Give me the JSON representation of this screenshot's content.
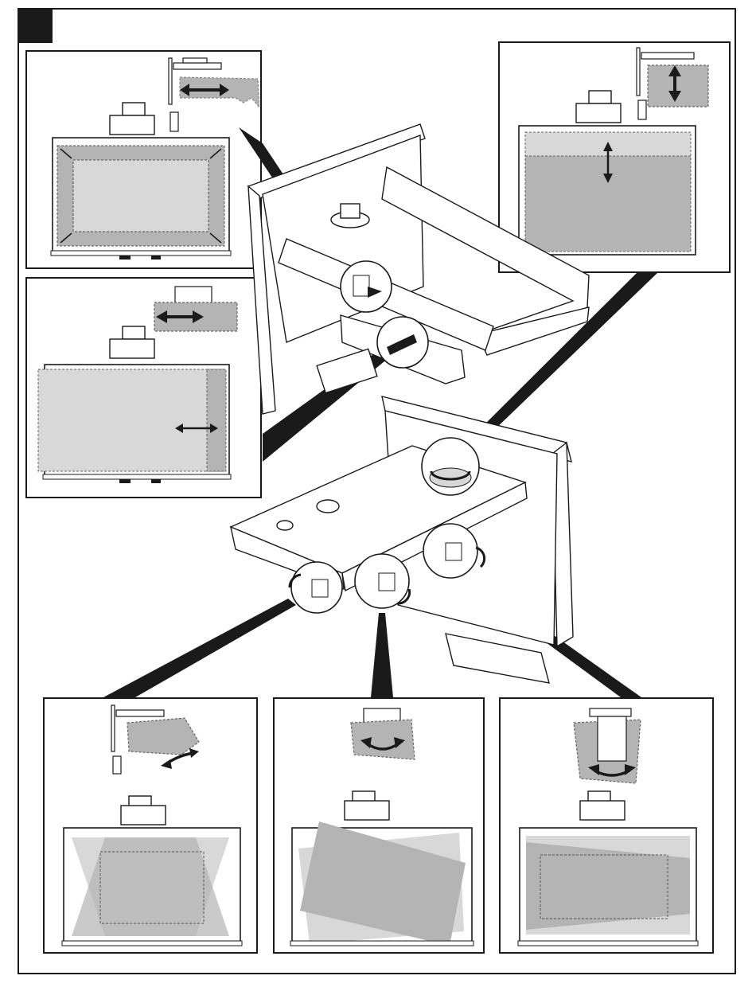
{
  "document": {
    "step_marker": "",
    "panels": [
      {
        "id": "zoom",
        "motion": "zoom-in-out"
      },
      {
        "id": "shift-horizontal",
        "motion": "horizontal-shift"
      },
      {
        "id": "shift-vertical",
        "motion": "vertical-shift"
      },
      {
        "id": "roll",
        "motion": "rotate"
      },
      {
        "id": "yaw",
        "motion": "rotate"
      },
      {
        "id": "pitch",
        "motion": "rotate"
      }
    ]
  },
  "colors": {
    "line": "#1a1a1a",
    "image_dark": "#b4b4b4",
    "image_light": "#d8d8d8",
    "hardware": "#ffffff"
  }
}
